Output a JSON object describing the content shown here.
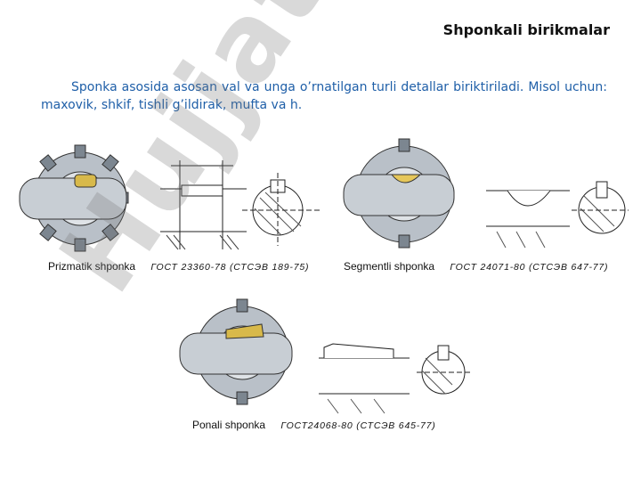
{
  "slide": {
    "title": "Shponkali birikmalar",
    "intro": "Sponka asosida asosan val va unga o’rnatilgan turli detallar biriktiriladi. Misol uchun: maxovik, shkif, tishli g’ildirak, mufta va h."
  },
  "figures": [
    {
      "label": "Prizmatik shponka",
      "standard": "ГОСТ 23360-78 (СТСЭВ 189-75)"
    },
    {
      "label": "Segmentli shponka",
      "standard": "ГОСТ 24071-80 (СТСЭВ 647-77)"
    },
    {
      "label": "Ponali shponka",
      "standard": "ГОСТ24068-80 (СТСЭВ 645-77)"
    }
  ],
  "watermark": {
    "text": "Hujjat",
    "accent": "24"
  }
}
